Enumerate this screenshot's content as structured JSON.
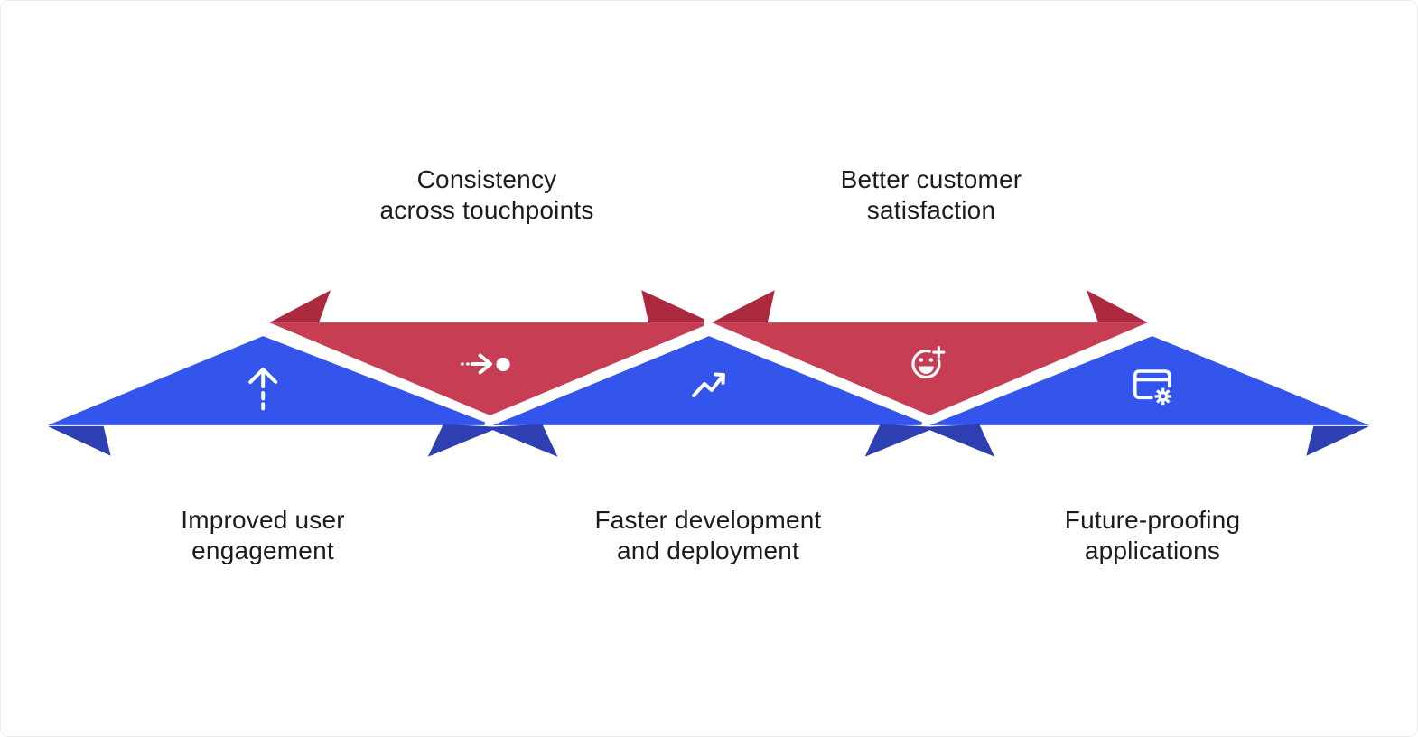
{
  "figure": {
    "name": "benefits-zigzag-arrow-diagram",
    "background": "#ffffff",
    "colors": {
      "blue": "#3355EC",
      "blue_dark": "#2D3FB1",
      "red": "#C73E54",
      "red_dark": "#AC2A40",
      "icon": "#FFFFFF",
      "label_text": "#1C1C1E"
    },
    "items": [
      {
        "label": "Improved user\nengagement",
        "icon": "arrow-up-dashed-icon",
        "color_role": "blue",
        "label_position": "below"
      },
      {
        "label": "Consistency\nacross touchpoints",
        "icon": "arrow-to-dot-icon",
        "color_role": "red",
        "label_position": "above"
      },
      {
        "label": "Faster development\nand deployment",
        "icon": "trend-up-icon",
        "color_role": "blue",
        "label_position": "below"
      },
      {
        "label": "Better customer\nsatisfaction",
        "icon": "smiley-plus-icon",
        "color_role": "red",
        "label_position": "above"
      },
      {
        "label": "Future-proofing\napplications",
        "icon": "app-settings-icon",
        "color_role": "blue",
        "label_position": "below"
      }
    ]
  }
}
